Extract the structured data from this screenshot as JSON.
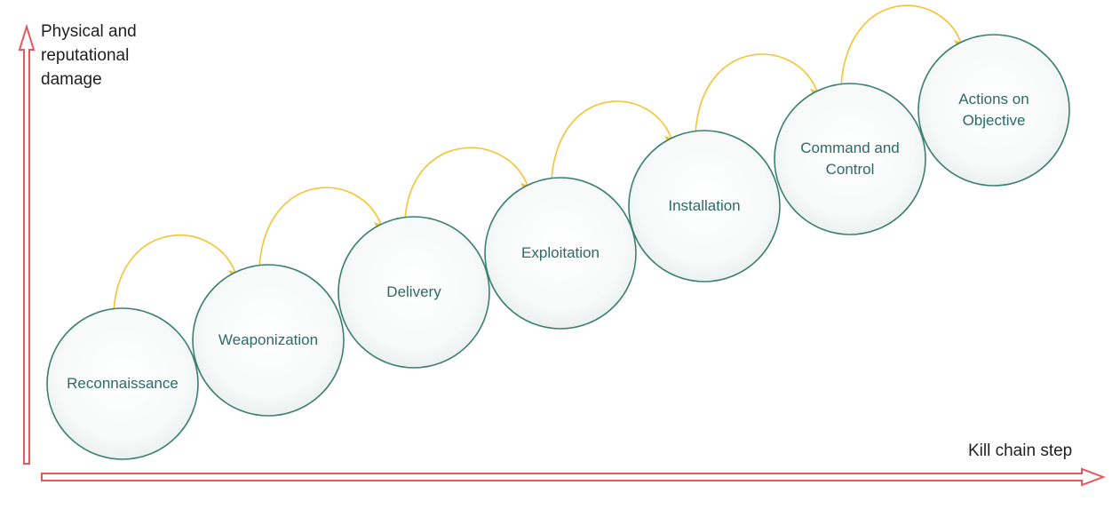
{
  "axes": {
    "y_label": "Physical and reputational damage",
    "x_label": "Kill chain step"
  },
  "steps": [
    {
      "label": "Reconnaissance"
    },
    {
      "label": "Weaponization"
    },
    {
      "label": "Delivery"
    },
    {
      "label": "Exploitation"
    },
    {
      "label": "Installation"
    },
    {
      "label": "Command and Control"
    },
    {
      "label": "Actions on Objective"
    }
  ],
  "colors": {
    "axis": "#e2595c",
    "circle_stroke": "#3d7f70",
    "circle_fill_light": "#ffffff",
    "circle_fill_dark": "#e8efec",
    "arc": "#f7c22f",
    "label": "#2d6a63"
  }
}
